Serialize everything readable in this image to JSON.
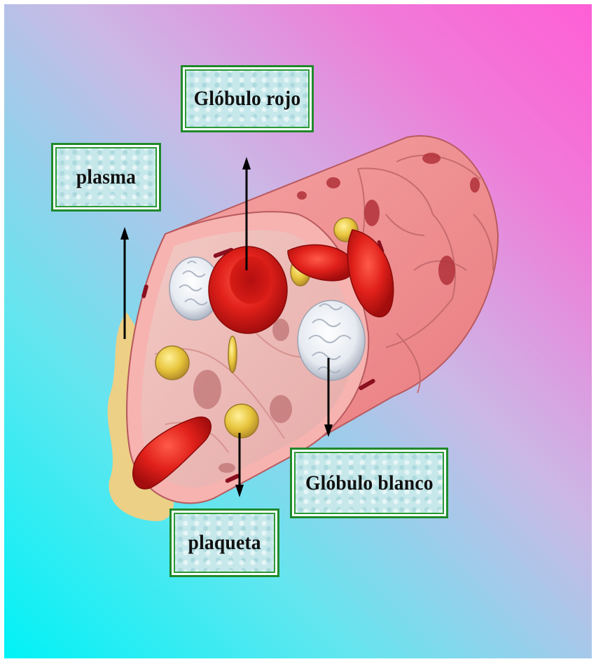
{
  "labels": {
    "red_cell": "Glóbulo rojo",
    "plasma": "plasma",
    "white_cell": "Glóbulo blanco",
    "platelet": "plaqueta"
  },
  "colors": {
    "box_border": "#1f8a2a",
    "box_fill": "#c7e8ea",
    "vessel_wall": "#f08f92",
    "red_blood_cell": "#d81414",
    "platelet": "#e8c842",
    "plasma": "#f4cf82"
  },
  "icons": [
    "arrow-up-icon",
    "arrow-down-icon"
  ]
}
